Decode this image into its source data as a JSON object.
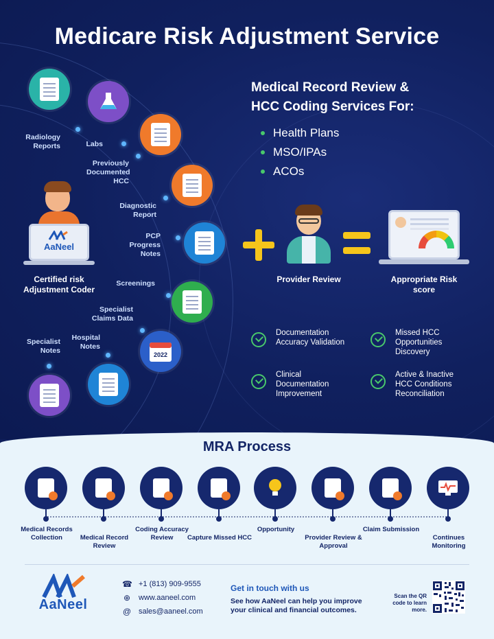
{
  "title": "Medicare Risk Adjustment Service",
  "services": {
    "heading_line1": "Medical Record Review &",
    "heading_line2": "HCC Coding Services For:",
    "items": [
      "Health Plans",
      "MSO/IPAs",
      "ACOs"
    ]
  },
  "orbit": {
    "items": [
      {
        "label": "Radiology Reports",
        "icon": "radiology-report-icon",
        "color": "#2ab3a8"
      },
      {
        "label": "Labs",
        "icon": "lab-flask-icon",
        "color": "#7d4fc7"
      },
      {
        "label": "Previously Documented HCC",
        "icon": "stethoscope-document-icon",
        "color": "#f07a2b"
      },
      {
        "label": "Diagnostic Report",
        "icon": "diagnostic-report-icon",
        "color": "#f07a2b"
      },
      {
        "label": "PCP Progress Notes",
        "icon": "progress-notes-icon",
        "color": "#1f84d6"
      },
      {
        "label": "Screenings",
        "icon": "screening-clipboard-icon",
        "color": "#2fae4e"
      },
      {
        "label": "Specialist Claims Data",
        "icon": "",
        "color": ""
      },
      {
        "label": "Hospital Notes",
        "icon": "calendar-2022-icon",
        "color": "#2b5fc9"
      },
      {
        "label": "Specialist Notes",
        "icon": "hospital-notes-icon",
        "color": "#1f84d6"
      },
      {
        "label": "",
        "icon": "specialist-notes-icon",
        "color": "#7d4fc7"
      }
    ]
  },
  "coder": {
    "logo_text": "AaNeel",
    "label": "Certified risk Adjustment Coder"
  },
  "provider_label": "Provider Review",
  "risk_label": "Appropriate Risk score",
  "features": [
    "Documentation Accuracy Validation",
    "Missed HCC Opportunities Discovery",
    "Clinical Documentation Improvement",
    "Active & Inactive HCC Conditions Reconciliation"
  ],
  "mra": {
    "title": "MRA Process",
    "steps": [
      {
        "label": "Medical Records Collection",
        "icon": "records-collection-icon"
      },
      {
        "label": "Medical Record Review",
        "icon": "record-review-icon"
      },
      {
        "label": "Coding Accuracy Review",
        "icon": "coding-review-icon"
      },
      {
        "label": "Capture Missed HCC",
        "icon": "capture-hcc-icon"
      },
      {
        "label": "Opportunity",
        "icon": "lightbulb-icon"
      },
      {
        "label": "Provider Review & Approval",
        "icon": "provider-approval-icon"
      },
      {
        "label": "Claim Submission",
        "icon": "claim-submission-icon"
      },
      {
        "label": "Continues Monitoring",
        "icon": "monitoring-icon"
      }
    ]
  },
  "footer": {
    "logo_text": "AaNeel",
    "phone": "+1 (813) 909-9555",
    "website": "www.aaneel.com",
    "email": "sales@aaneel.com",
    "cta_title": "Get in touch with us",
    "cta_text": "See how AaNeel can help you improve your clinical and financial outcomes.",
    "scan_text": "Scan the QR code to learn more."
  },
  "colors": {
    "navy": "#0f1e5a",
    "accent_yellow": "#f6c51b",
    "check_green": "#49c86b",
    "brand_blue": "#1e57b8"
  }
}
